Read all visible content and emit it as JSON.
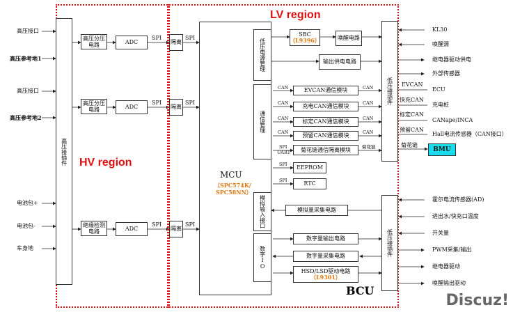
{
  "regions": {
    "hv": "HV region",
    "lv": "LV region",
    "bcu": "BCU"
  },
  "hv_inputs": [
    "高压接口",
    "高压参考地1",
    "高压接口",
    "高压参考地2",
    "电池包+",
    "电池包-",
    "车身地"
  ],
  "hv_connector": "高压接插件",
  "hv_chains": [
    {
      "sense": "高压分压电路",
      "adc": "ADC",
      "spi1": "SPI",
      "iso": "隔离",
      "spi2": "SPI"
    },
    {
      "sense": "高压分压电路",
      "adc": "ADC",
      "spi1": "SPI",
      "iso": "隔离",
      "spi2": "SPI"
    },
    {
      "sense": "绝缘检测电路",
      "adc": "ADC",
      "spi1": "SPI",
      "iso": "隔离",
      "spi2": "SPI"
    }
  ],
  "mcu": {
    "label": "MCU",
    "part1": "（SPC574K/",
    "part2": "SPC58NN）"
  },
  "power_mgmt": "低压电源管理",
  "sbc": {
    "name": "SBC",
    "part": "（L9396）"
  },
  "wake_circuit": "唤醒电路",
  "output_supply": "输出供电电路",
  "comm_mgmt": "通信管理",
  "can_modules": [
    "EVCAN通信模块",
    "充电CAN通信模块",
    "标定CAN通信模块",
    "预留CAN通信模块"
  ],
  "can_label": "CAN",
  "daisy": {
    "module": "菊花链通信隔离模块",
    "left1": "SPI",
    "left2": "UART",
    "right": "菊花链"
  },
  "eeprom": {
    "label": "EEPROM",
    "bus": "SPI"
  },
  "rtc": {
    "label": "RTC",
    "bus": "SPI"
  },
  "analog_in": "模拟输入接口",
  "analog_circuit": "模拟量采集电路",
  "digital_io": "数字IO",
  "digital_out": "数字量输出电路",
  "digital_in": "数字量采集电路",
  "hsd": {
    "label": "HSD/LSD驱动电路",
    "part": "（L9301）"
  },
  "lv_connector": "低压接插件",
  "right_top": [
    "KL30",
    "唤醒源",
    "继电器驱动供电",
    "外部传感器"
  ],
  "right_can": [
    {
      "bus": "EVCAN",
      "target": "ECU"
    },
    {
      "bus": "快充CAN",
      "target": "充电桩"
    },
    {
      "bus": "标定CAN",
      "target": "CANape/INCA"
    },
    {
      "bus": "预留CAN",
      "target": "Hall电流传感器（CAN接口）"
    }
  ],
  "daisy_out": {
    "label": "菊花链",
    "target": "BMU"
  },
  "right_bottom": [
    "霍尔电流传感器(AD)",
    "进出水/快充口温度",
    "开关量",
    "PWM采集/输出",
    "继电器驱动",
    "唤醒输出驱动"
  ],
  "watermark": "Discuz!"
}
